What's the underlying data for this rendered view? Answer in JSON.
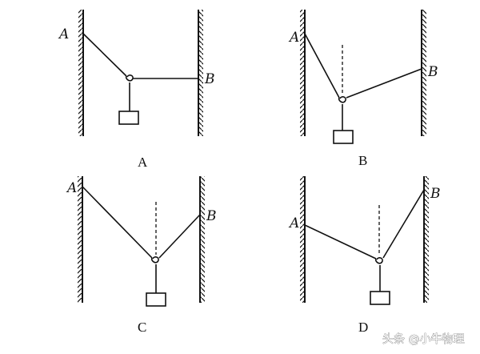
{
  "figures": [
    {
      "caption": "A",
      "left_point": "A",
      "right_point": "B"
    },
    {
      "caption": "B",
      "left_point": "A",
      "right_point": "B"
    },
    {
      "caption": "C",
      "left_point": "A",
      "right_point": "B"
    },
    {
      "caption": "D",
      "left_point": "A",
      "right_point": "B"
    }
  ],
  "watermark": {
    "text": "头条 @小牛物理"
  },
  "colors": {
    "ink": "#111111",
    "background": "#ffffff"
  }
}
